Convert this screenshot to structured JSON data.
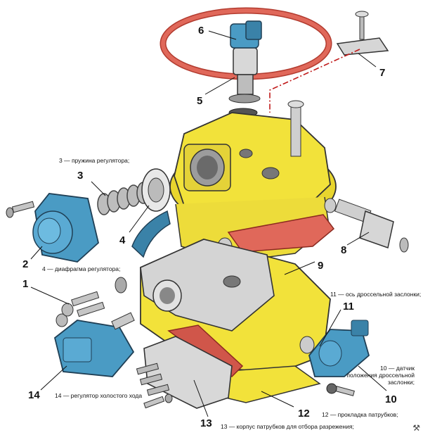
{
  "labels": {
    "n1": "1",
    "n2": "2",
    "n3": "3",
    "n4": "4",
    "n5": "5",
    "n6": "6",
    "n7": "7",
    "n8": "8",
    "n9": "9",
    "n10": "10",
    "n11": "11",
    "n12": "12",
    "n13": "13",
    "n14": "14"
  },
  "captions": {
    "c3": "3 — пружина регулятора;",
    "c4": "4 — диафрагма регулятора;",
    "c10a": "10 — датчик",
    "c10b": "положения дроссельной",
    "c10c": "заслонки;",
    "c11": "11 — ось дроссельной заслонки;",
    "c12": "12 — прокладка патрубков;",
    "c13": "13 — корпус патрубков для отбора разрежения;",
    "c14": "14 — регулятор холостого хода"
  },
  "colors": {
    "body_yellow": "#f2e23a",
    "gasket_red": "#e0685a",
    "part_blue": "#4a9bc4",
    "metal_grey": "#c8c8c8"
  },
  "icons": {
    "corner": "tools-icon"
  }
}
